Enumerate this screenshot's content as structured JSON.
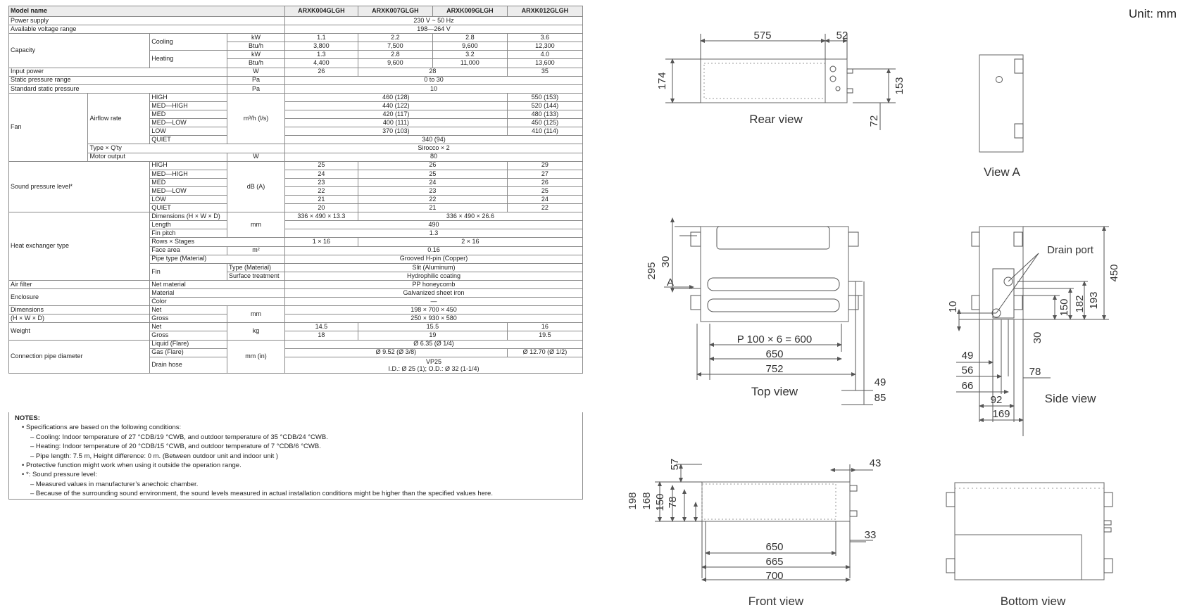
{
  "unit_label": "Unit: mm",
  "table": {
    "header": [
      "Model name",
      "ARXK004GLGH",
      "ARXK007GLGH",
      "ARXK009GLGH",
      "ARXK012GLGH"
    ],
    "power_supply": {
      "label": "Power supply",
      "value": "230 V ~ 50 Hz"
    },
    "voltage_range": {
      "label": "Available voltage range",
      "value": "198—264 V"
    },
    "capacity": {
      "label": "Capacity",
      "cooling": {
        "label": "Cooling",
        "kw_unit": "kW",
        "kw": [
          "1.1",
          "2.2",
          "2.8",
          "3.6"
        ],
        "btu_unit": "Btu/h",
        "btu": [
          "3,800",
          "7,500",
          "9,600",
          "12,300"
        ]
      },
      "heating": {
        "label": "Heating",
        "kw_unit": "kW",
        "kw": [
          "1.3",
          "2.8",
          "3.2",
          "4.0"
        ],
        "btu_unit": "Btu/h",
        "btu": [
          "4,400",
          "9,600",
          "11,000",
          "13,600"
        ]
      }
    },
    "input_power": {
      "label": "Input power",
      "unit": "W",
      "v1": "26",
      "v23": "28",
      "v4": "35"
    },
    "static_range": {
      "label": "Static pressure range",
      "unit": "Pa",
      "value": "0 to 30"
    },
    "static_std": {
      "label": "Standard static pressure",
      "unit": "Pa",
      "value": "10"
    },
    "fan": {
      "label": "Fan",
      "airflow_label": "Airflow rate",
      "airflow_unit": "m³/h (l/s)",
      "rows": [
        {
          "mode": "HIGH",
          "a": "460 (128)",
          "b": "550 (153)"
        },
        {
          "mode": "MED—HIGH",
          "a": "440 (122)",
          "b": "520 (144)"
        },
        {
          "mode": "MED",
          "a": "420 (117)",
          "b": "480 (133)"
        },
        {
          "mode": "MED—LOW",
          "a": "400 (111)",
          "b": "450 (125)"
        },
        {
          "mode": "LOW",
          "a": "370 (103)",
          "b": "410 (114)"
        },
        {
          "mode": "QUIET",
          "a": "340 (94)"
        }
      ],
      "type_label": "Type × Q'ty",
      "type_value": "Sirocco × 2",
      "motor_label": "Motor output",
      "motor_unit": "W",
      "motor_value": "80"
    },
    "sound": {
      "label": "Sound pressure level*",
      "unit": "dB (A)",
      "rows": [
        {
          "mode": "HIGH",
          "a": "25",
          "b": "26",
          "c": "29"
        },
        {
          "mode": "MED—HIGH",
          "a": "24",
          "b": "25",
          "c": "27"
        },
        {
          "mode": "MED",
          "a": "23",
          "b": "24",
          "c": "26"
        },
        {
          "mode": "MED—LOW",
          "a": "22",
          "b": "23",
          "c": "25"
        },
        {
          "mode": "LOW",
          "a": "21",
          "b": "22",
          "c": "24"
        },
        {
          "mode": "QUIET",
          "a": "20",
          "b": "21",
          "c": "22"
        }
      ]
    },
    "hex": {
      "label": "Heat exchanger type",
      "dim_label": "Dimensions (H × W × D)",
      "dim_a": "336 × 490 × 13.3",
      "dim_b": "336 × 490 × 26.6",
      "mm_unit": "mm",
      "length_label": "Length",
      "length_value": "490",
      "pitch_label": "Fin pitch",
      "pitch_value": "1.3",
      "rows_label": "Rows × Stages",
      "rows_a": "1 × 16",
      "rows_b": "2 × 16",
      "face_label": "Face area",
      "face_unit": "m²",
      "face_value": "0.16",
      "pipe_label": "Pipe type (Material)",
      "pipe_value": "Grooved H-pin (Copper)",
      "fin_label": "Fin",
      "fin_type_label": "Type (Material)",
      "fin_type_value": "Slit (Aluminum)",
      "fin_surface_label": "Surface treatment",
      "fin_surface_value": "Hydrophilic coating"
    },
    "air_filter": {
      "label": "Air filter",
      "sub": "Net material",
      "value": "PP honeycomb"
    },
    "enclosure": {
      "label": "Enclosure",
      "material_label": "Material",
      "material_value": "Galvanized sheet iron",
      "color_label": "Color",
      "color_value": "—"
    },
    "dimensions": {
      "label1": "Dimensions",
      "label2": "(H × W × D)",
      "unit": "mm",
      "net_label": "Net",
      "net_value": "198 × 700 × 450",
      "gross_label": "Gross",
      "gross_value": "250 × 930 × 580"
    },
    "weight": {
      "label": "Weight",
      "unit": "kg",
      "net_label": "Net",
      "net_a": "14.5",
      "net_b": "15.5",
      "net_c": "16",
      "gross_label": "Gross",
      "gross_a": "18",
      "gross_b": "19",
      "gross_c": "19.5"
    },
    "pipe": {
      "label": "Connection pipe diameter",
      "unit": "mm (in)",
      "liquid_label": "Liquid (Flare)",
      "liquid_value": "Ø 6.35 (Ø 1/4)",
      "gas_label": "Gas (Flare)",
      "gas_a": "Ø 9.52 (Ø 3/8)",
      "gas_b": "Ø 12.70 (Ø 1/2)",
      "drain_label": "Drain hose",
      "drain_line1": "VP25",
      "drain_line2": "I.D.: Ø 25 (1); O.D.: Ø 32 (1-1/4)"
    }
  },
  "notes": {
    "title": "NOTES:",
    "n1": "•  Specifications are based on the following conditions:",
    "n2": "–  Cooling: Indoor temperature of 27 °CDB/19 °CWB, and outdoor temperature of 35 °CDB/24 °CWB.",
    "n3": "–  Heating: Indoor temperature of 20 °CDB/15 °CWB, and outdoor temperature of 7 °CDB/6 °CWB.",
    "n4": "–  Pipe length: 7.5 m, Height difference: 0 m. (Between outdoor unit and indoor unit )",
    "n5": "•  Protective function might work when using it outside the operation range.",
    "n6": "•  *: Sound pressure level:",
    "n7": "–    Measured values in manufacturer’s anechoic chamber.",
    "n8": "–    Because of the surrounding sound environment, the sound levels measured in actual installation conditions might be higher than the specified values here."
  },
  "drawings": {
    "rear": {
      "title": "Rear view",
      "d575": "575",
      "d52": "52",
      "d174": "174",
      "d153": "153",
      "d72": "72"
    },
    "view_a": {
      "title": "View A"
    },
    "top": {
      "title": "Top view",
      "pitch": "P 100 × 6 = 600",
      "d650": "650",
      "d752": "752",
      "d295": "295",
      "d30": "30",
      "arrow_a": "A",
      "d49": "49",
      "d85": "85"
    },
    "side": {
      "title": "Side view",
      "drain_port": "Drain port",
      "d450": "450",
      "d193": "193",
      "d182": "182",
      "d150": "150",
      "d10": "10",
      "d30": "30",
      "d49": "49",
      "d56": "56",
      "d66": "66",
      "d78": "78",
      "d92": "92",
      "d169": "169"
    },
    "front": {
      "title": "Front view",
      "d57": "57",
      "d43": "43",
      "d198": "198",
      "d168": "168",
      "d150": "150",
      "d78": "78",
      "d33": "33",
      "d650": "650",
      "d665": "665",
      "d700": "700"
    },
    "bottom": {
      "title": "Bottom view"
    }
  }
}
